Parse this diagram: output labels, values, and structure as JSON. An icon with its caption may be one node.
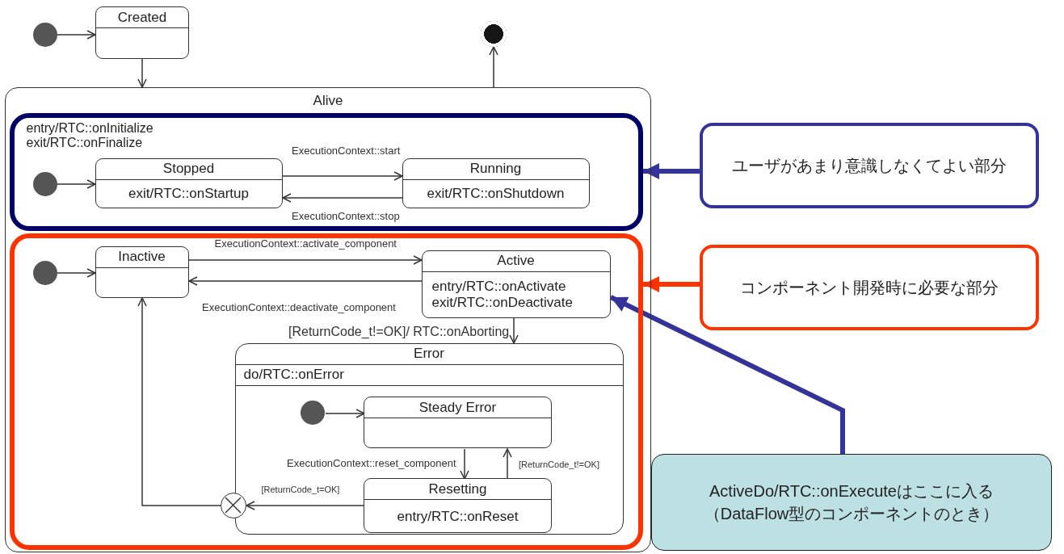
{
  "diagram": {
    "nodes": [
      {
        "text": [],
        "shape": "circle"
      },
      {
        "text": [
          "Created"
        ]
      },
      {
        "text": [],
        "shape": "circle"
      },
      {
        "text": [
          "Alive"
        ]
      },
      {
        "text": [
          "entry/RTC::onInitialize",
          "exit/RTC::onFinalize"
        ],
        "in": 3
      },
      {
        "text": [],
        "shape": "circle",
        "in": 4
      },
      {
        "text": [
          "Stopped",
          "exit/RTC::onStartup"
        ],
        "in": 4
      },
      {
        "text": [
          "Running",
          "exit/RTC::onShutdown"
        ],
        "in": 4
      },
      {
        "text": [],
        "shape": "box",
        "in": 3
      },
      {
        "text": [],
        "shape": "circle",
        "in": 8
      },
      {
        "text": [
          "Inactive"
        ],
        "in": 8
      },
      {
        "text": [
          "Active",
          "entry/RTC::onActivate",
          "exit/RTC::onDeactivate"
        ],
        "in": 8
      },
      {
        "text": [
          "Error",
          "do/RTC::onError"
        ],
        "in": 8
      },
      {
        "text": [],
        "shape": "circle",
        "in": 12
      },
      {
        "text": [
          "Steady Error"
        ],
        "in": 12
      },
      {
        "text": [
          "Resetting",
          "entry/RTC::onReset"
        ],
        "in": 12
      },
      {
        "text": [],
        "shape": "circle",
        "in": 8
      },
      {
        "text": [
          "ユーザがあまり意識しなくてよい部分"
        ]
      },
      {
        "text": [
          "コンポーネント開発時に必要な部分"
        ]
      },
      {
        "text": [
          "ActiveDo/RTC::onExecuteはここに入る（DataFlow型のコンポーネントのとき）"
        ]
      }
    ],
    "edges": [
      {
        "from": 0,
        "to": 1,
        "arrow": "to"
      },
      {
        "from": 1,
        "to": 3,
        "arrow": "to"
      },
      {
        "from": 3,
        "to": 2,
        "arrow": "to"
      },
      {
        "from": 5,
        "to": 6,
        "arrow": "to"
      },
      {
        "from": 6,
        "to": 7,
        "arrow": "to",
        "label": "ExecutionContext::start"
      },
      {
        "from": 7,
        "to": 6,
        "arrow": "to",
        "label": "ExecutionContext::stop"
      },
      {
        "from": 9,
        "to": 10,
        "arrow": "to"
      },
      {
        "from": 10,
        "to": 11,
        "arrow": "to",
        "label": "ExecutionContext::activate_component"
      },
      {
        "from": 11,
        "to": 10,
        "arrow": "to",
        "label": "ExecutionContext::deactivate_component"
      },
      {
        "from": 11,
        "to": 12,
        "arrow": "to",
        "label": "[ReturnCode_t!=OK]/ RTC::onAborting"
      },
      {
        "from": 13,
        "to": 14,
        "arrow": "to"
      },
      {
        "from": 14,
        "to": 15,
        "arrow": "to",
        "label": "ExecutionContext::reset_component"
      },
      {
        "from": 15,
        "to": 14,
        "arrow": "to",
        "label": "[ReturnCode_t!=OK]"
      },
      {
        "from": 15,
        "to": 16,
        "arrow": "to",
        "label": "[ReturnCode_t=OK]"
      },
      {
        "from": 16,
        "to": 10,
        "arrow": "to"
      },
      {
        "from": 17,
        "to": 4,
        "arrow": "to",
        "style": "thick",
        "color": "#333399"
      },
      {
        "from": 18,
        "to": 8,
        "arrow": "to",
        "style": "thick",
        "color": "#ff3300"
      },
      {
        "from": 19,
        "to": 11,
        "arrow": "to",
        "style": "thick",
        "color": "#333399"
      }
    ]
  }
}
